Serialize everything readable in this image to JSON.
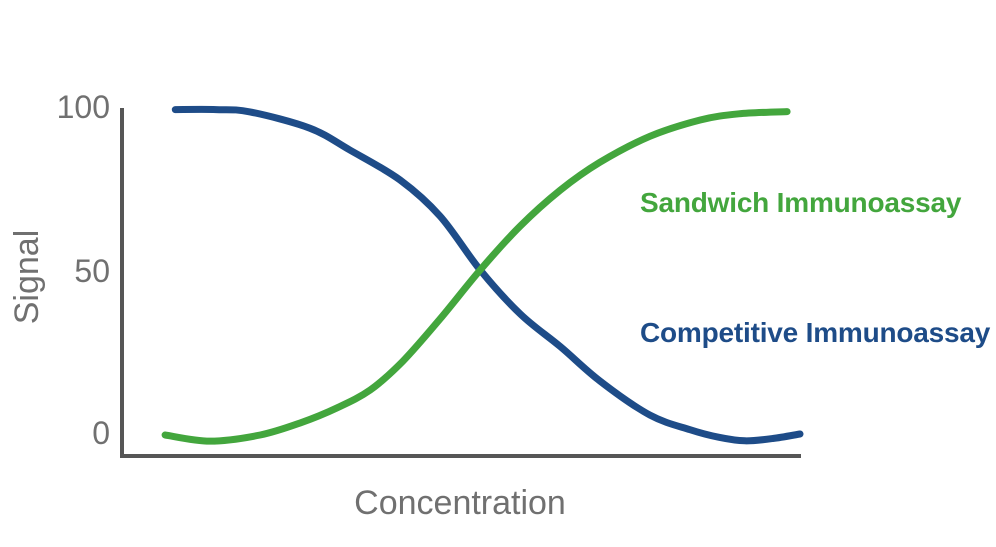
{
  "chart_data": {
    "type": "line",
    "title": "",
    "xlabel": "Concentration",
    "ylabel": "Signal",
    "xlim": [
      0,
      100
    ],
    "ylim": [
      0,
      100
    ],
    "yticks": [
      0,
      50,
      100
    ],
    "xticks": [],
    "grid": false,
    "legend_position": "inline-right-of-curves",
    "colors": {
      "axis": "#565656",
      "text": "#707070",
      "background": "#ffffff"
    },
    "series": [
      {
        "name": "Competitive Immunoassay",
        "color": "#1e4c88",
        "shape": "decreasing-sigmoid",
        "points": [
          [
            8,
            99.2
          ],
          [
            14,
            99.2
          ],
          [
            19,
            98.5
          ],
          [
            27.8,
            93.5
          ],
          [
            33.7,
            86.8
          ],
          [
            41.1,
            77.6
          ],
          [
            47,
            66.5
          ],
          [
            52.9,
            50
          ],
          [
            58.8,
            36.5
          ],
          [
            64.7,
            26.5
          ],
          [
            70.5,
            16
          ],
          [
            77.9,
            5.5
          ],
          [
            83.8,
            1
          ],
          [
            88,
            -1.3
          ],
          [
            91.9,
            -2.4
          ],
          [
            96,
            -1.7
          ],
          [
            100,
            -0.3
          ]
        ]
      },
      {
        "name": "Sandwich Immunoassay",
        "color": "#43a63d",
        "shape": "increasing-sigmoid",
        "points": [
          [
            6.5,
            -0.6
          ],
          [
            13.1,
            -2.5
          ],
          [
            20.5,
            -0.6
          ],
          [
            26.4,
            3.1
          ],
          [
            31.8,
            7.7
          ],
          [
            36.7,
            13.2
          ],
          [
            41.5,
            22
          ],
          [
            47,
            35
          ],
          [
            52.9,
            50
          ],
          [
            58.8,
            63.5
          ],
          [
            64.7,
            74.5
          ],
          [
            70.5,
            83
          ],
          [
            77.9,
            91
          ],
          [
            85.3,
            96
          ],
          [
            91,
            97.9
          ],
          [
            98.1,
            98.6
          ]
        ]
      }
    ],
    "annotations": {
      "crossing_signal": 50
    }
  }
}
